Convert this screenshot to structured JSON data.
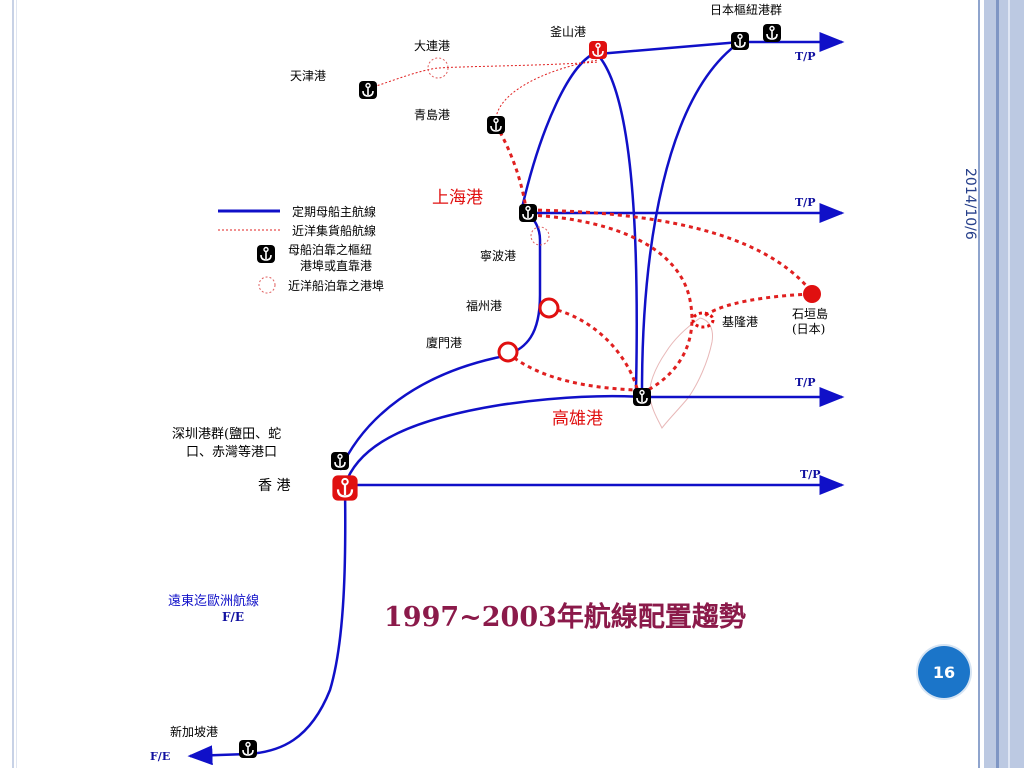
{
  "slide": {
    "date": "2014/10/6",
    "page_number": "16",
    "title": "1997~2003年航線配置趨勢"
  },
  "legend": {
    "main_route": "定期母船主航線",
    "feeder_route": "近洋集貨船航線",
    "hub_port_line1": "母船泊靠之樞紐",
    "hub_port_line2": "港埠或直靠港",
    "feeder_port": "近洋船泊靠之港埠"
  },
  "ports": {
    "busan": "釜山港",
    "japan_hub": "日本樞紐港群",
    "dalian": "大連港",
    "tianjin": "天津港",
    "qingdao": "青島港",
    "shanghai": "上海港",
    "ningbo": "寧波港",
    "fuzhou": "福州港",
    "xiamen": "廈門港",
    "kaohsiung": "高雄港",
    "keelung": "基隆港",
    "ishigaki_line1": "石垣島",
    "ishigaki_line2": "(日本)",
    "shenzhen_line1": "深圳港群(鹽田、蛇",
    "shenzhen_line2": "口、赤灣等港口",
    "hongkong": "香 港",
    "singapore": "新加坡港"
  },
  "routes": {
    "tp": "T/P",
    "fe": "F/E",
    "fe_route_name": "遠東迄歐洲航線"
  },
  "colors": {
    "main_route": "#1010c8",
    "feeder_route": "#e02020",
    "hub_icon": "#000000",
    "highlight_hub": "#e01010",
    "title": "#8b1a4a",
    "sidebar": "#bcc9e2",
    "badge": "#1b75c9"
  }
}
